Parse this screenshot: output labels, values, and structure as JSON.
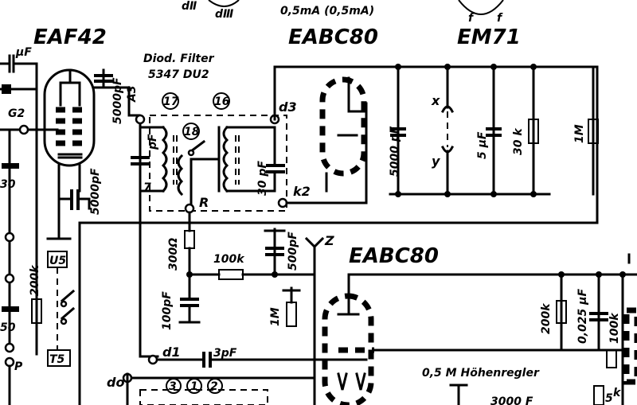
{
  "tubes": {
    "eaf42": "EAF42",
    "eabc80_top": "EABC80",
    "em71": "EM71",
    "eabc80_bottom": "EABC80"
  },
  "top_text": {
    "d2": "dⅡ",
    "d3r": "dⅢ",
    "current": "0,5mA (0,5mA)",
    "f1": "f",
    "f2": "f",
    "uf_top": "µF"
  },
  "filter": {
    "line1": "Diod. Filter",
    "line2": "5347 DU2",
    "n17": "17",
    "n16": "16",
    "n18": "18",
    "n3": "3",
    "n1": "1",
    "n2": "2"
  },
  "nodes": {
    "g2": "G2",
    "d3": "d3",
    "k2": "k2",
    "r": "R",
    "d1": "d1",
    "d0": "do",
    "z": "Z",
    "p": "P",
    "u5": "U5",
    "t5": "T5"
  },
  "components": {
    "c5000_a3": "5000pF",
    "a3": "A3",
    "c5000_b": "5000pF",
    "cpf": "pF",
    "n7": "7",
    "c30pf": "30 pF",
    "c5000_em": "5000 pF",
    "x": "x",
    "y": "y",
    "c5uf": "5 µF",
    "r30k": "30 k",
    "r1m_top": "1M",
    "r300": "300Ω",
    "r100k": "100k",
    "c500pf": "500pF",
    "c100pf": "100pF",
    "r1m": "1M",
    "c3pf": "3pF",
    "r200k_left": "200k",
    "r200k": "200k",
    "c0025": "0,025 µF",
    "r100k_right": "100k",
    "tone": "0,5 M Höhenregler",
    "left_30": "30",
    "left_50": "50",
    "bottom_5": "5",
    "bottom_k": "k",
    "bottom_3000": "3000 F"
  }
}
